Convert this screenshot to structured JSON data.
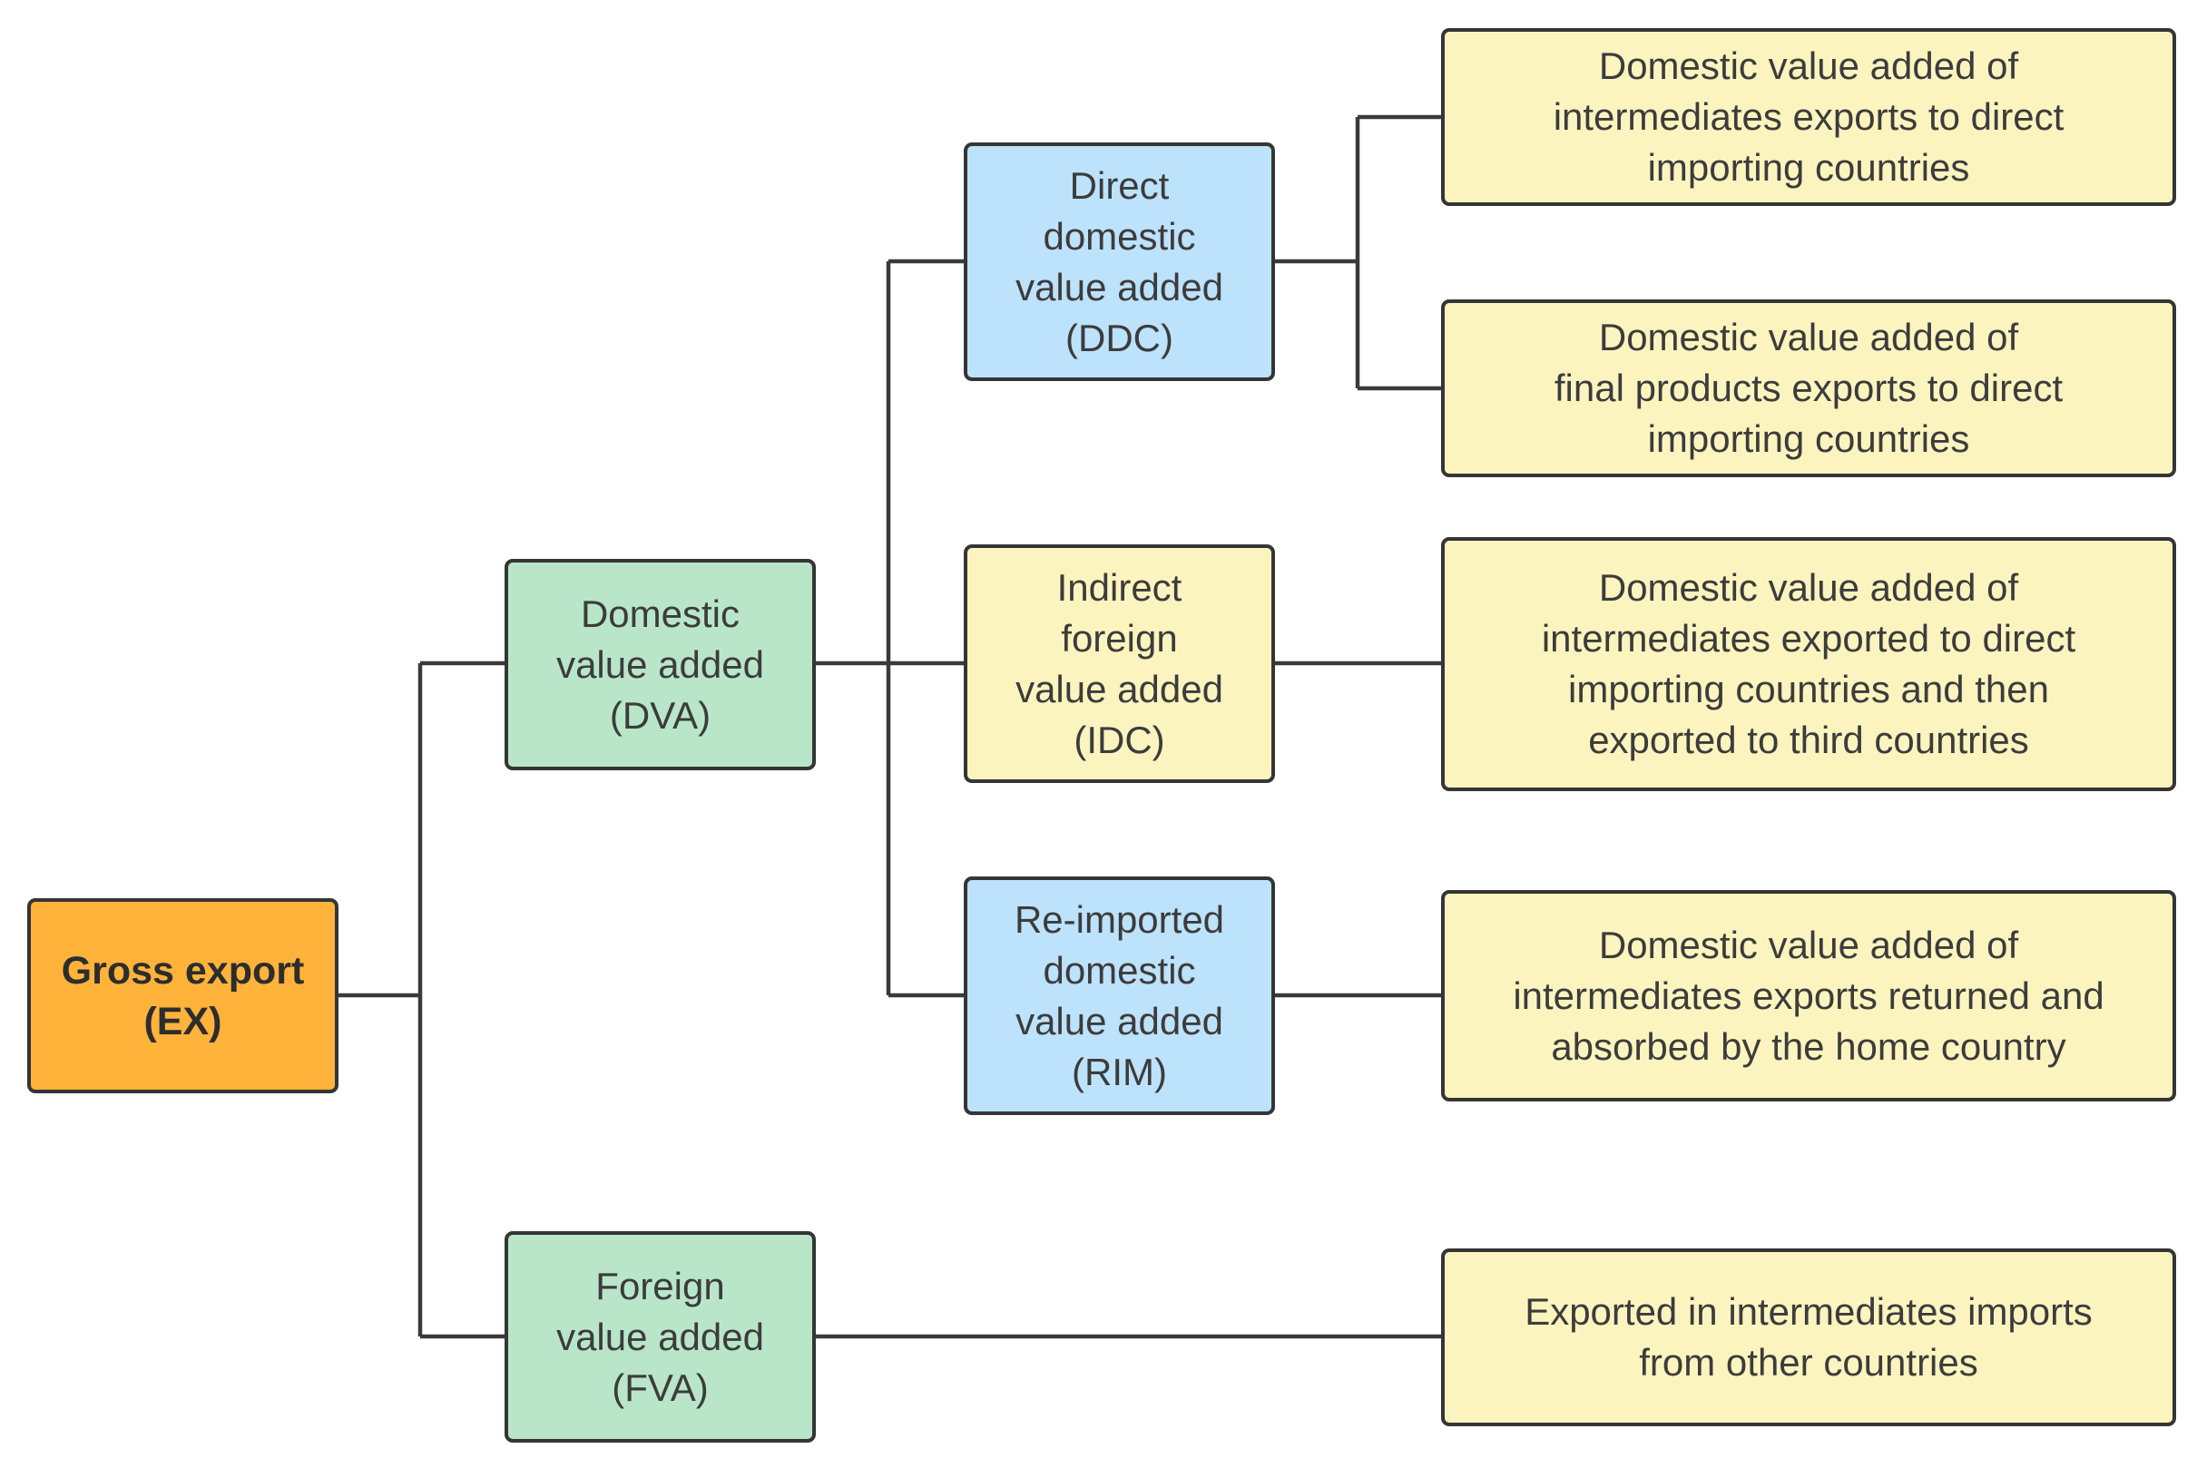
{
  "nodes": {
    "gross_export": "Gross export\n(EX)",
    "domestic_value_added": "Domestic\nvalue added\n(DVA)",
    "foreign_value_added": "Foreign\nvalue added\n(FVA)",
    "direct_domestic_value_added": "Direct\ndomestic\nvalue added\n(DDC)",
    "indirect_foreign_value_added": "Indirect\nforeign\nvalue added\n(IDC)",
    "reimported_domestic_value_added": "Re-imported\ndomestic\nvalue added\n(RIM)",
    "leaf_intermediates_direct": "Domestic value added of\nintermediates exports to direct\nimporting countries",
    "leaf_final_products_direct": "Domestic value added of\nfinal products exports to direct\nimporting countries",
    "leaf_intermediates_third": "Domestic value added of\nintermediates exported to direct\nimporting countries and then\nexported to third countries",
    "leaf_intermediates_returned": "Domestic value added of\nintermediates exports returned and\nabsorbed by the home country",
    "leaf_exported_imports": "Exported in intermediates imports\nfrom other countries"
  },
  "colors": {
    "root": "#ffb33b",
    "value_added_category": "#b9e6c9",
    "domestic_component": "#bde2fb",
    "indirect_component": "#fcf4bf",
    "description": "#fcf4bf",
    "border": "#353535",
    "connector": "#3a3a3a"
  }
}
